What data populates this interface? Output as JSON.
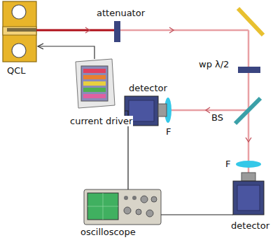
{
  "diagram": {
    "labels": [
      "attenuator",
      "QCL",
      "current driver",
      "wp λ/2",
      "detector",
      "F",
      "BS",
      "F",
      "detector",
      "oscilloscope"
    ]
  }
}
